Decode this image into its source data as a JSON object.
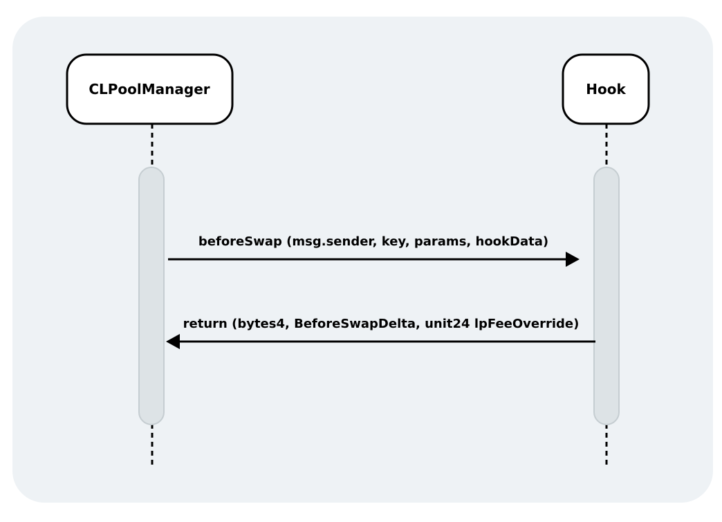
{
  "participants": {
    "left": {
      "label": "CLPoolManager"
    },
    "right": {
      "label": "Hook"
    }
  },
  "messages": [
    {
      "name_bold": "beforeSwap",
      "name_rest": " (msg.sender, key, params, hookData)",
      "direction": "left-to-right"
    },
    {
      "name_bold": "",
      "name_rest": "return (bytes4, BeforeSwapDelta, unit24 lpFeeOverride)",
      "direction": "right-to-left"
    }
  ],
  "colors": {
    "panel": "#eef2f5",
    "activation_fill": "#dde3e6",
    "activation_stroke": "#c5cdd1",
    "ink": "#000000"
  }
}
